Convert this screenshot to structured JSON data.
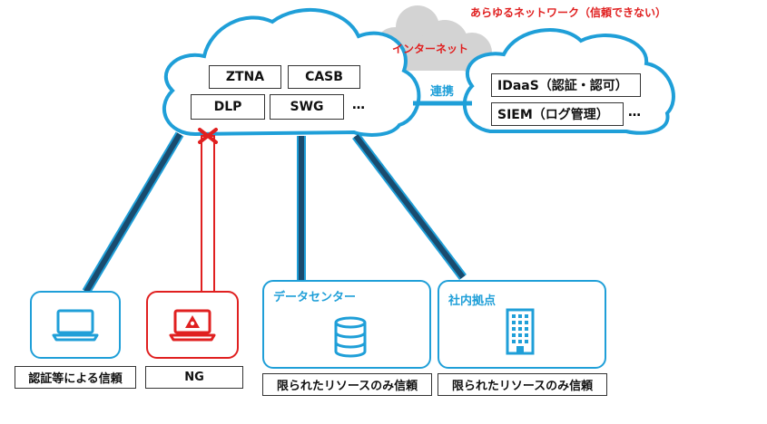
{
  "title_note": "あらゆるネットワーク（信頼できない）",
  "internet": {
    "label": "インターネット"
  },
  "security_cloud": {
    "services": [
      "ZTNA",
      "CASB",
      "DLP",
      "SWG"
    ],
    "ellipsis": "…"
  },
  "link": {
    "label": "連携"
  },
  "idp_cloud": {
    "services": [
      "IDaaS（認証・認可）",
      "SIEM（ログ管理）"
    ],
    "ellipsis": "…"
  },
  "endpoints": [
    {
      "caption": "認証等による信頼",
      "icon": "laptop-icon"
    },
    {
      "caption": "NG",
      "icon": "infected-laptop-icon"
    },
    {
      "title": "データセンター",
      "caption": "限られたリソースのみ信頼",
      "icon": "database-icon"
    },
    {
      "title": "社内拠点",
      "caption": "限られたリソースのみ信頼",
      "icon": "building-icon"
    }
  ],
  "colors": {
    "accent": "#1f9fd8",
    "danger": "#e02020",
    "internet_cloud": "#d0d0d0",
    "connector": "#1a4b6e"
  }
}
